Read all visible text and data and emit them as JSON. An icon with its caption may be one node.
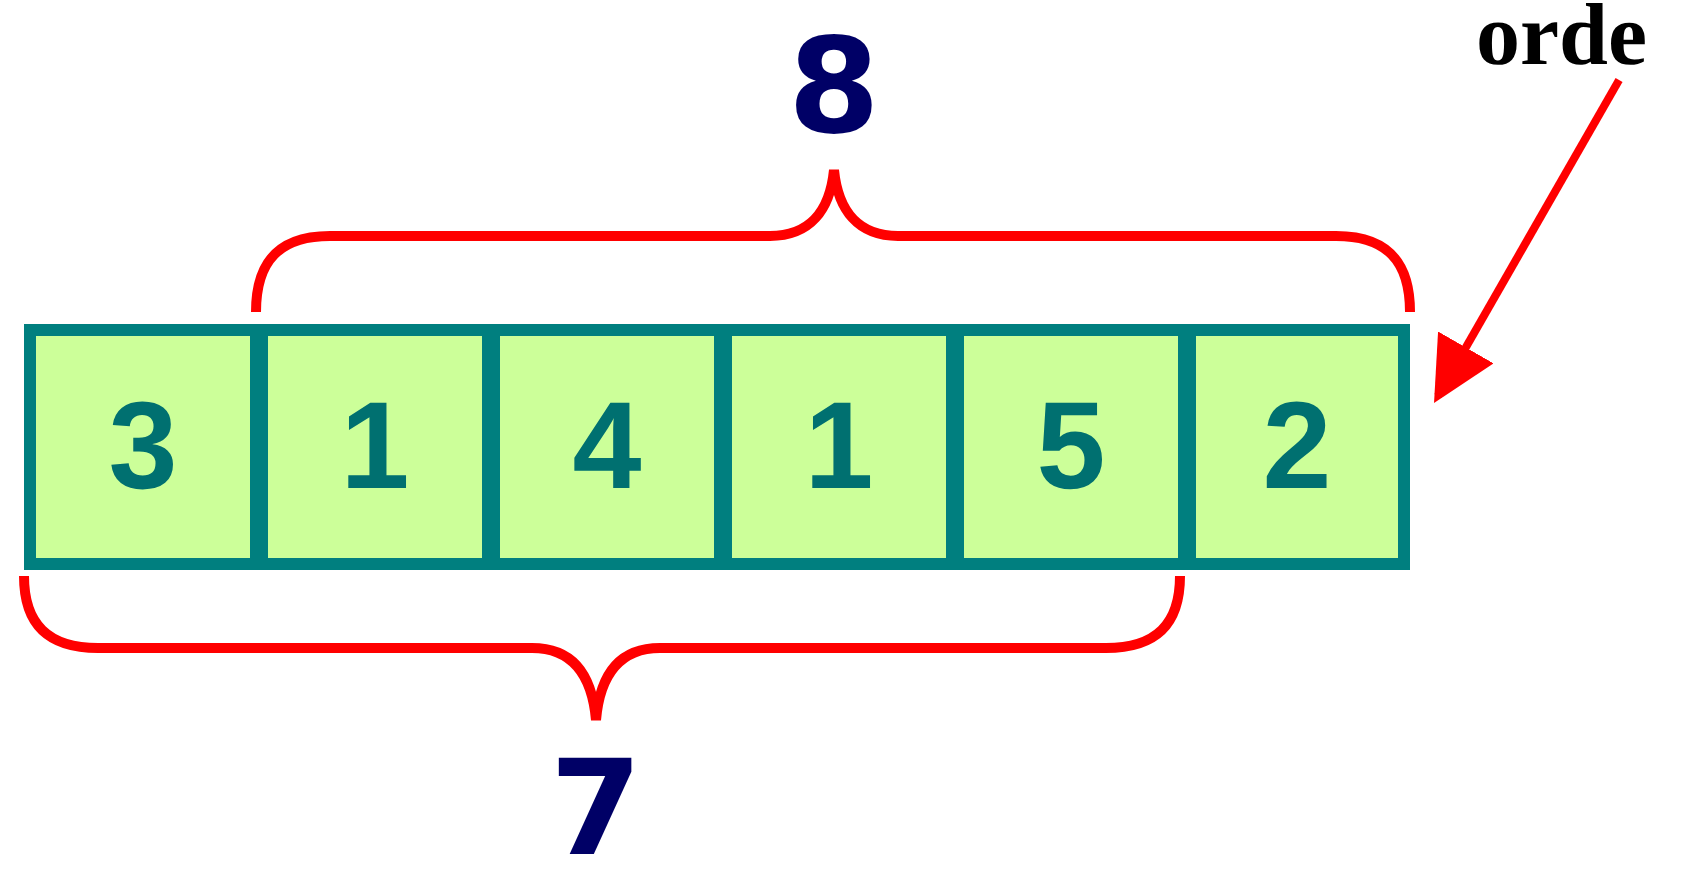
{
  "diagram": {
    "nodes": [
      {
        "text": [
          "3"
        ]
      },
      {
        "text": [
          "1"
        ]
      },
      {
        "text": [
          "4"
        ]
      },
      {
        "text": [
          "1"
        ]
      },
      {
        "text": [
          "5"
        ]
      },
      {
        "text": [
          "2"
        ]
      },
      {
        "text": [
          "orde"
        ]
      }
    ],
    "edges": [
      {
        "from": 6,
        "to": 5,
        "arrow": "to",
        "color": "#ff0000"
      }
    ],
    "labels": [
      "8",
      "7"
    ]
  }
}
